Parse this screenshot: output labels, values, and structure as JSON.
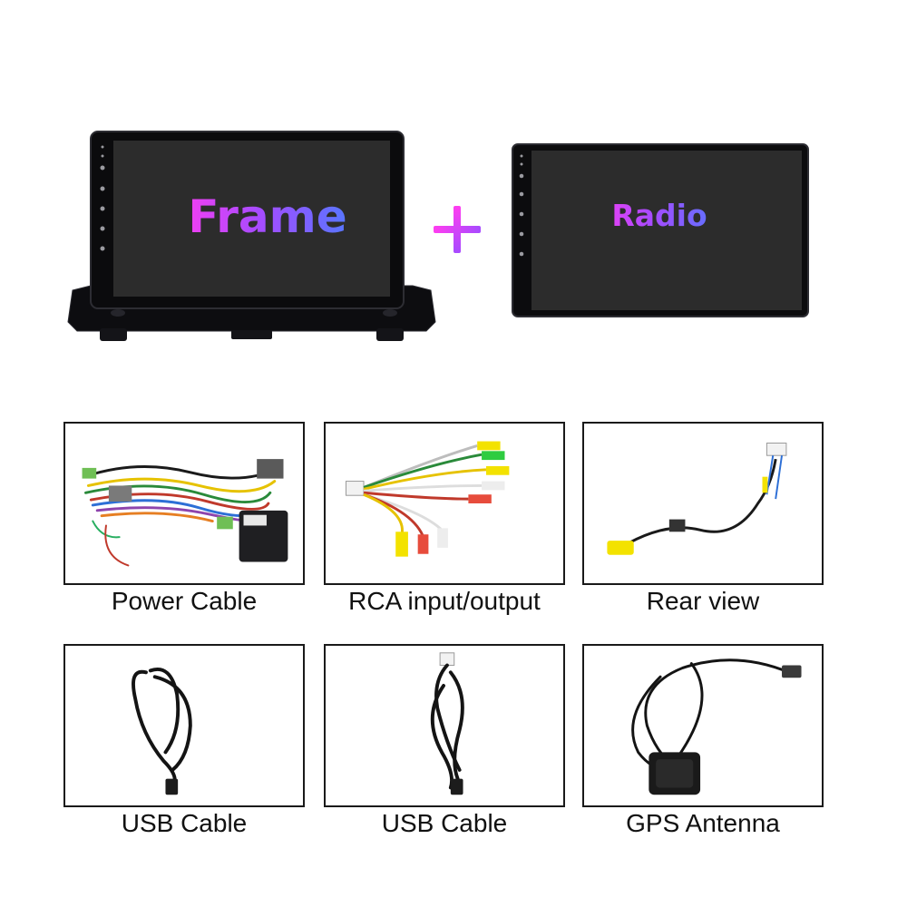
{
  "top": {
    "frame_label": "Frame",
    "plus": "+",
    "radio_label": "Radio"
  },
  "accessories": [
    {
      "caption": "Power Cable",
      "icon": "power-cable-icon"
    },
    {
      "caption": "RCA input/output",
      "icon": "rca-cable-icon"
    },
    {
      "caption": "Rear view",
      "icon": "rear-view-cable-icon"
    },
    {
      "caption": "USB Cable",
      "icon": "usb-cable-icon"
    },
    {
      "caption": "USB Cable",
      "icon": "usb-cable-icon"
    },
    {
      "caption": "GPS Antenna",
      "icon": "gps-antenna-icon"
    }
  ],
  "colors": {
    "label_gradient_start": "#ff3df0",
    "label_gradient_mid": "#a74bff",
    "label_gradient_end": "#4a7dff",
    "screen": "#2b2b2b",
    "bezel": "#0e0e10"
  }
}
